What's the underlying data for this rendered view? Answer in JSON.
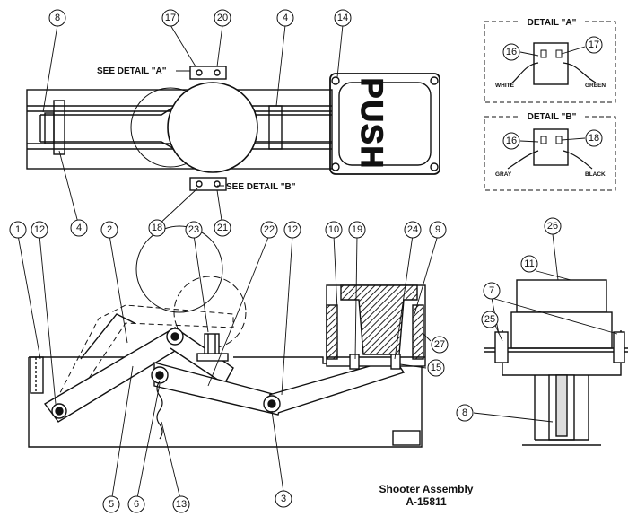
{
  "diagram": {
    "detail_a": {
      "title": "DETAIL \"A\"",
      "wire_left": "WHITE",
      "wire_right": "GREEN",
      "callout_left": "16",
      "callout_right": "17"
    },
    "detail_b": {
      "title": "DETAIL \"B\"",
      "wire_left": "GRAY",
      "wire_right": "BLACK",
      "callout_left": "16",
      "callout_right": "18"
    },
    "top_view": {
      "see_detail_a": "SEE DETAIL \"A\"",
      "see_detail_b": "SEE DETAIL \"B\"",
      "push_label": "PUSH"
    },
    "callouts": {
      "c1": "1",
      "c2": "2",
      "c3": "3",
      "c4": "4",
      "c5": "5",
      "c6": "6",
      "c7": "7",
      "c8": "8",
      "c9": "9",
      "c10": "10",
      "c11": "11",
      "c12": "12",
      "c13": "13",
      "c14": "14",
      "c15": "15",
      "c16": "16",
      "c17": "17",
      "c18": "18",
      "c19": "19",
      "c20": "20",
      "c21": "21",
      "c22": "22",
      "c23": "23",
      "c24": "24",
      "c25": "25",
      "c26": "26",
      "c27": "27"
    },
    "caption": {
      "line1": "Shooter Assembly",
      "line2": "A-15811"
    }
  }
}
